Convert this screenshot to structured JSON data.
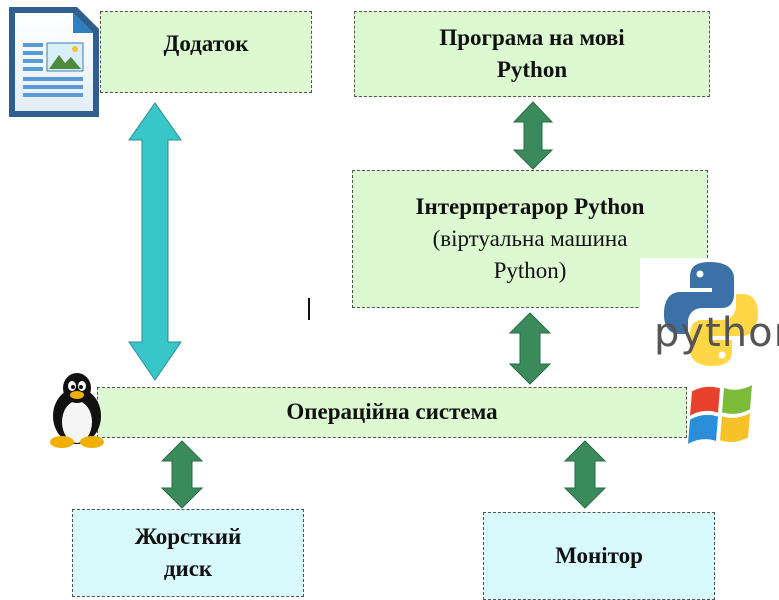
{
  "diagram": {
    "app_box": {
      "label": "Додаток"
    },
    "program_box": {
      "line1": "Програма на мові",
      "line2": "Python"
    },
    "interpreter_box": {
      "title": "Інтерпретарор Python",
      "line2": "(віртуальна машина",
      "line3": "Python)"
    },
    "os_box": {
      "label": "Операційна система"
    },
    "disk_box": {
      "line1": "Жорсткий",
      "line2": "диск"
    },
    "monitor_box": {
      "label": "Монітор"
    }
  },
  "logos": {
    "python_wordmark": "python",
    "python_colors": {
      "blue": "#3b71a6",
      "yellow": "#ffd43b"
    },
    "windows_colors": {
      "red": "#e8412b",
      "green": "#7cbc3a",
      "blue": "#2a8fd8",
      "yellow": "#f7c228"
    }
  },
  "colors": {
    "box_green": "#dcf9d2",
    "box_cyan": "#d9fafc",
    "arrow_teal": "#38c6c9",
    "arrow_green": "#3a8a5c"
  }
}
